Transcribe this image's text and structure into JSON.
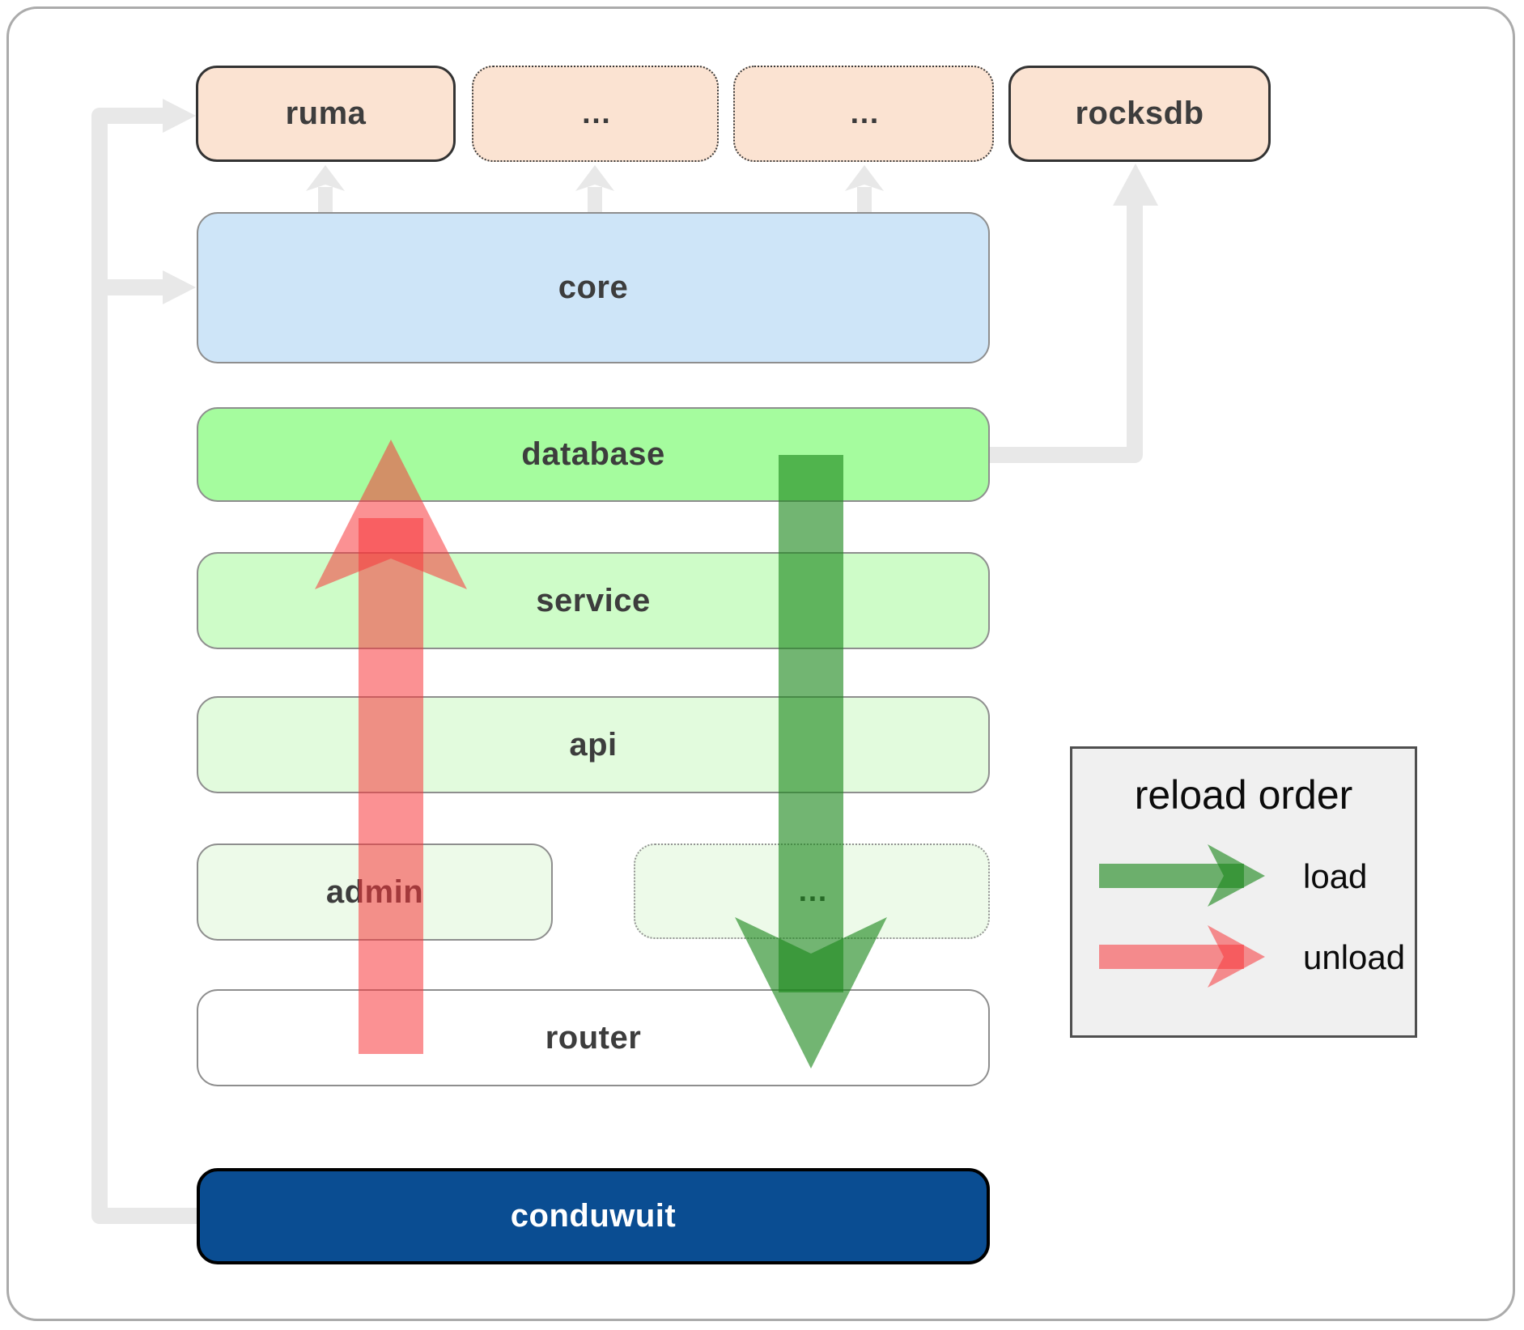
{
  "boxes": {
    "ruma": "ruma",
    "ellipsis_top_1": "…",
    "ellipsis_top_2": "…",
    "rocksdb": "rocksdb",
    "core": "core",
    "database": "database",
    "service": "service",
    "api": "api",
    "admin": "admin",
    "ellipsis_admin": "…",
    "router": "router",
    "conduwuit": "conduwuit"
  },
  "legend": {
    "title": "reload order",
    "load_label": "load",
    "unload_label": "unload"
  },
  "colors": {
    "gray_connector": "#e8e8e8",
    "load_green": "#1c871c",
    "unload_red": "#f7373a",
    "peach_fill": "#fbe3d2",
    "core_fill": "#cee5f8",
    "database_fill": "#a5fc9e",
    "conduwuit_fill": "#0a4d92",
    "legend_bg": "#f0f0f0"
  }
}
